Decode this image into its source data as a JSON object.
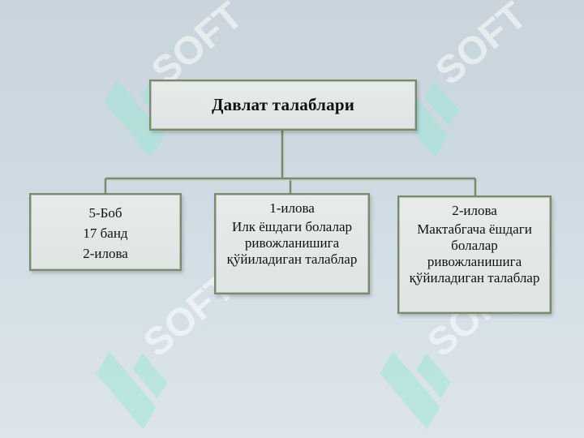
{
  "diagram": {
    "title": "Давлат талаблари",
    "boxes": [
      {
        "lines": [
          "5-Боб",
          "17 банд",
          "2-илова"
        ]
      },
      {
        "head": "1-илова",
        "body": "Илк ёшдаги болалар ривожланишига қўйиладиган талаблар"
      },
      {
        "head": "2-илова",
        "body": "Мактабгача ёшдаги болалар ривожланишига қўйиладиган талаблар"
      }
    ]
  },
  "watermark": {
    "text": "SOFT",
    "color": "#9fe5d8"
  },
  "colors": {
    "box_border": "#7a8a6e",
    "connector": "#7a8a6e",
    "box_fill": "#e3e8e7"
  }
}
